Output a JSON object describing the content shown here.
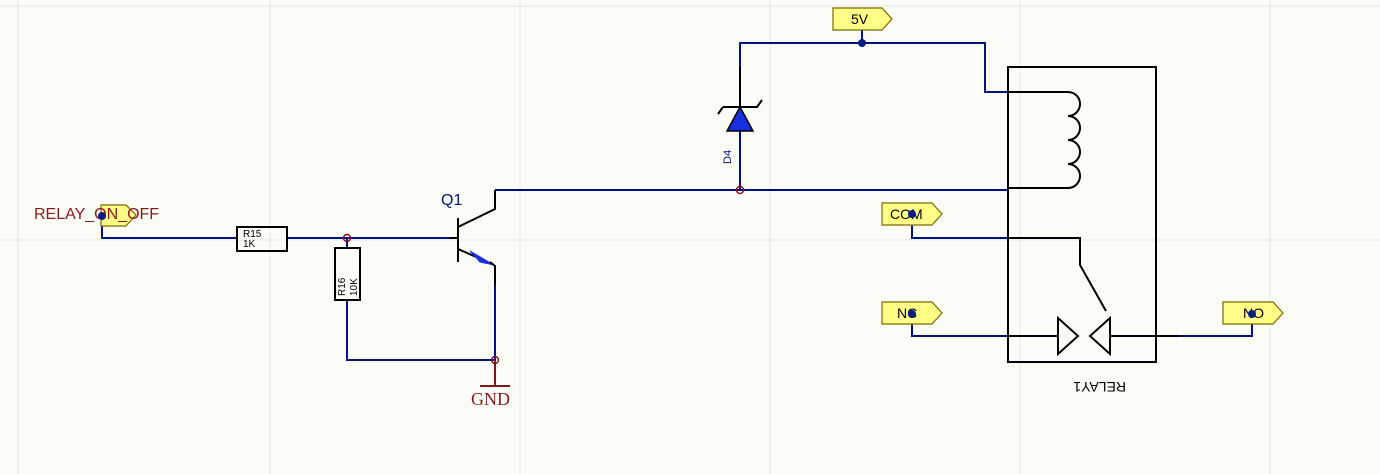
{
  "net_labels": {
    "input": "RELAY_ON_OFF",
    "supply": "5V",
    "ground": "GND"
  },
  "ports": {
    "com": "COM",
    "nc": "NC",
    "no": "NO"
  },
  "components": {
    "r15": {
      "designator": "R15",
      "value": "1K"
    },
    "r16": {
      "designator": "R16",
      "value": "10K"
    },
    "q1": {
      "designator": "Q1"
    },
    "d4": {
      "designator": "D4"
    },
    "relay": {
      "designator": "RELAY1"
    }
  },
  "colors": {
    "wire": "#00127d",
    "port_fill": "#ffff87",
    "net_label": "#8a1a1a",
    "background": "#fcfcf7"
  }
}
